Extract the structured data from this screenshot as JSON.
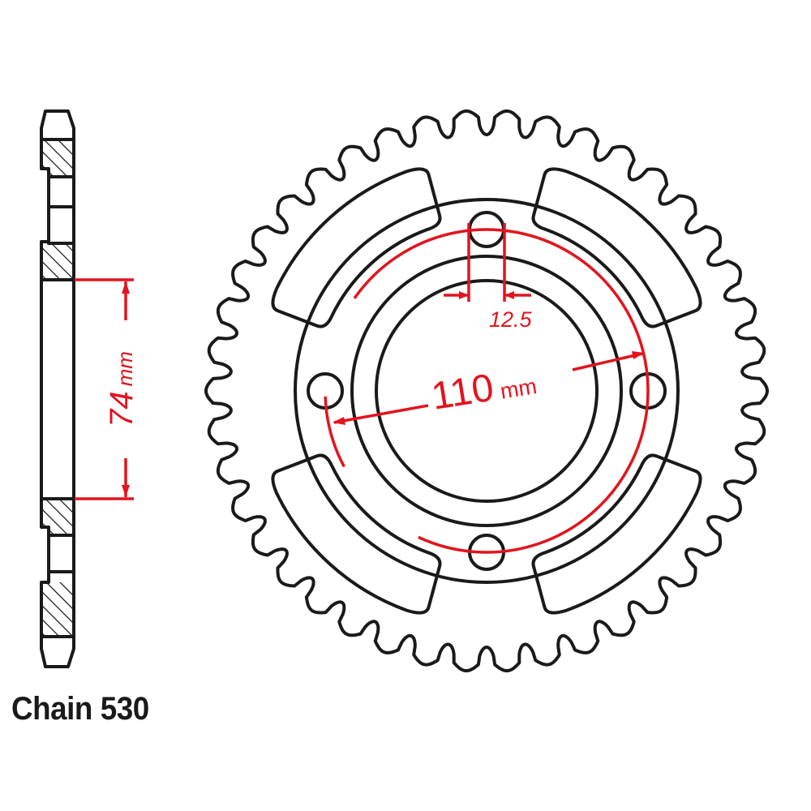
{
  "colors": {
    "outline": "#1a1a1a",
    "dimension": "#e3131d",
    "background": "#ffffff"
  },
  "side_view": {
    "dimension_value": "74",
    "dimension_unit": "mm"
  },
  "front_view": {
    "pcd_value": "110",
    "pcd_unit": "mm",
    "bolt_hole_value": "12.5"
  },
  "chain_label": "Chain 530"
}
